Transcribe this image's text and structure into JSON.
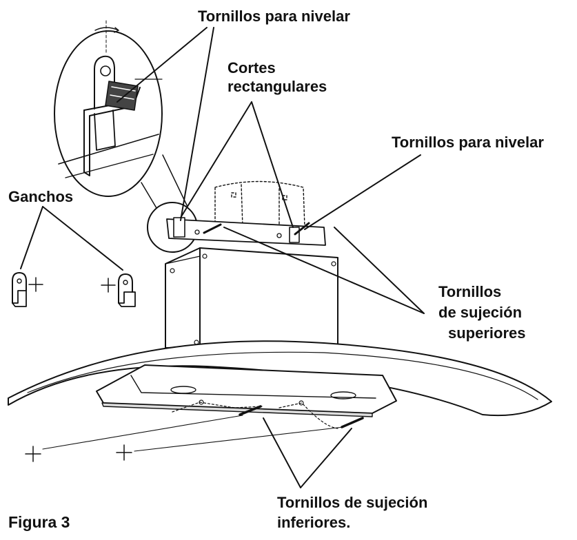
{
  "figure": {
    "caption": "Figura 3"
  },
  "labels": {
    "leveling_screws_top": "Tornillos para nivelar",
    "rect_cutouts_line1": "Cortes",
    "rect_cutouts_line2": "rectangulares",
    "leveling_screws_right": "Tornillos para nivelar",
    "hooks": "Ganchos",
    "upper_screws_line1": "Tornillos",
    "upper_screws_line2": "de sujeción",
    "upper_screws_line3": "superiores",
    "lower_screws_line1": "Tornillos de sujeción",
    "lower_screws_line2": "inferiores."
  },
  "colors": {
    "ink": "#111111",
    "panel": "#ffffff",
    "glass_shade": "#e6e6e6"
  }
}
